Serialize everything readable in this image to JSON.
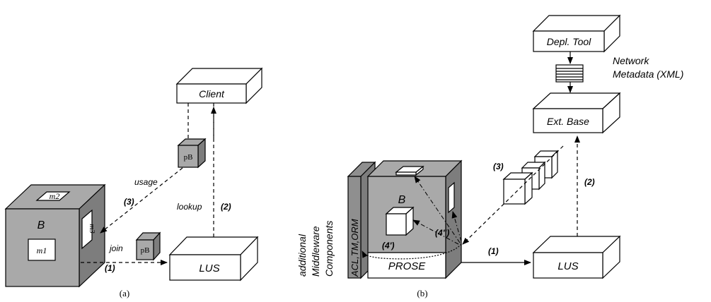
{
  "panel_a": {
    "caption": "(a)",
    "component_b": {
      "label": "B",
      "modules": {
        "m1": "m1",
        "m2": "m2",
        "m3": "m3"
      }
    },
    "client": "Client",
    "lus": "LUS",
    "proxy_label": "pB",
    "edges": {
      "join": {
        "label": "join",
        "step": "(1)"
      },
      "lookup": {
        "label": "lookup",
        "step": "(2)"
      },
      "usage": {
        "label": "usage",
        "step": "(3)"
      }
    }
  },
  "panel_b": {
    "caption": "(b)",
    "depl_tool": "Depl. Tool",
    "metadata": {
      "line1": "Network",
      "line2": "Metadata (XML)"
    },
    "ext_base": "Ext. Base",
    "component_b": "B",
    "middleware_stack": "ACL,TM,ORM",
    "middleware_caption": {
      "line1": "additional",
      "line2": "Middleware",
      "line3": "Components"
    },
    "prose": "PROSE",
    "lus": "LUS",
    "steps": {
      "s1": "(1)",
      "s2": "(2)",
      "s3": "(3)",
      "s4a": "(4')",
      "s4b": "(4\")"
    }
  }
}
